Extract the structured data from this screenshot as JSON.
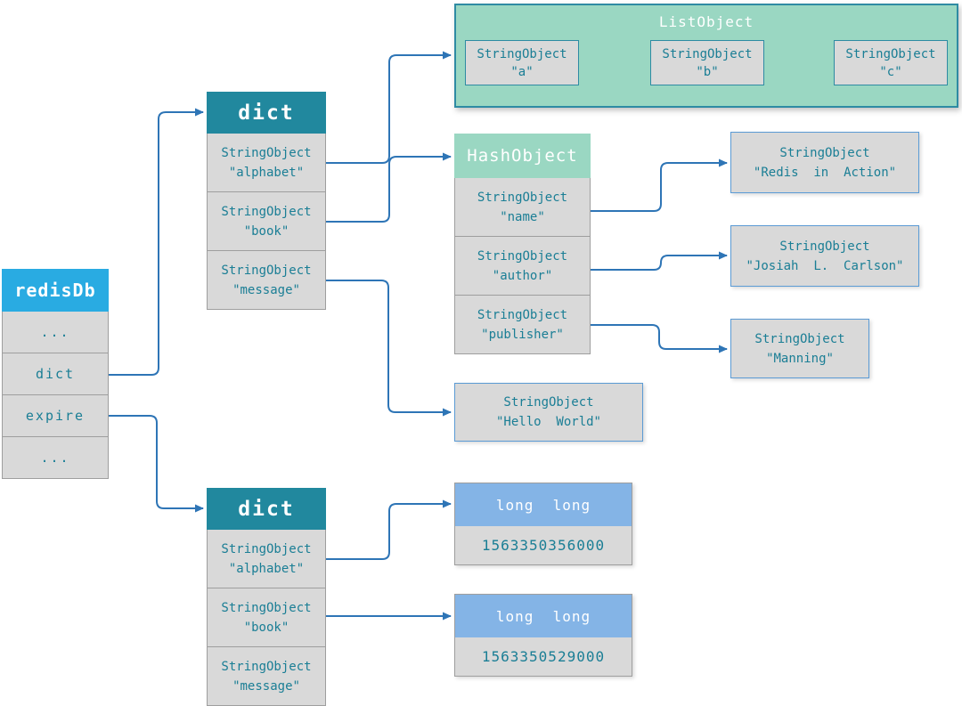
{
  "colors": {
    "canvas_bg": "#ffffff",
    "blue_header": "#29abe2",
    "teal_header": "#21889e",
    "green_header": "#9ad7c2",
    "lightblue_header": "#84b4e6",
    "cell_bg": "#d9d9d9",
    "cell_border": "#9e9e9e",
    "teal_text": "#1a7e95",
    "teal_border": "#2e8ba3",
    "blue_border": "#5b9bd5",
    "connector": "#2e75b6"
  },
  "redisdb": {
    "title": "redisDb",
    "rows": [
      "...",
      "dict",
      "expire",
      "..."
    ]
  },
  "dict_top": {
    "title": "dict",
    "rows": [
      {
        "type": "StringObject",
        "value": "\"alphabet\""
      },
      {
        "type": "StringObject",
        "value": "\"book\""
      },
      {
        "type": "StringObject",
        "value": "\"message\""
      }
    ]
  },
  "list_object": {
    "title": "ListObject",
    "items": [
      {
        "type": "StringObject",
        "value": "\"a\""
      },
      {
        "type": "StringObject",
        "value": "\"b\""
      },
      {
        "type": "StringObject",
        "value": "\"c\""
      }
    ]
  },
  "hash_object": {
    "title": "HashObject",
    "rows": [
      {
        "type": "StringObject",
        "value": "\"name\""
      },
      {
        "type": "StringObject",
        "value": "\"author\""
      },
      {
        "type": "StringObject",
        "value": "\"publisher\""
      }
    ]
  },
  "hash_values": [
    {
      "type": "StringObject",
      "value": "\"Redis  in  Action\""
    },
    {
      "type": "StringObject",
      "value": "\"Josiah  L.  Carlson\""
    },
    {
      "type": "StringObject",
      "value": "\"Manning\""
    }
  ],
  "hello_world": {
    "type": "StringObject",
    "value": "\"Hello  World\""
  },
  "dict_bottom": {
    "title": "dict",
    "rows": [
      {
        "type": "StringObject",
        "value": "\"alphabet\""
      },
      {
        "type": "StringObject",
        "value": "\"book\""
      },
      {
        "type": "StringObject",
        "value": "\"message\""
      }
    ]
  },
  "long_values": [
    {
      "title": "long  long",
      "value": "1563350356000"
    },
    {
      "title": "long  long",
      "value": "1563350529000"
    }
  ]
}
